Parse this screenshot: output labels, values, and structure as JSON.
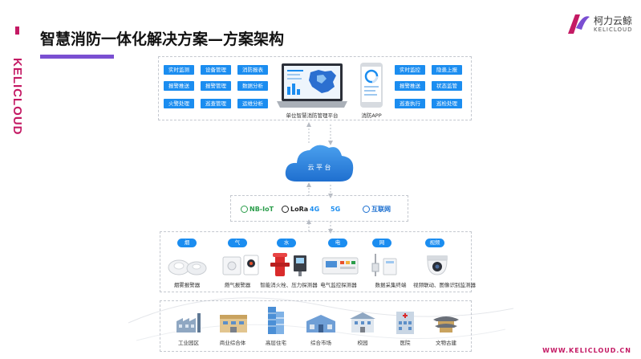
{
  "brand": {
    "side_text": "KELICLOUD",
    "logo_cn": "柯力云鲸",
    "logo_en": "KELICLOUD",
    "footer_url": "WWW.KELICLOUD.CN"
  },
  "title": "智慧消防一体化解决方案—方案架构",
  "app_layer": {
    "left_buttons": [
      [
        "实时监测",
        "设备管理",
        "消防报表"
      ],
      [
        "报警推送",
        "报警管理",
        "数据分析"
      ],
      [
        "火警处理",
        "巡查管理",
        "运维分析"
      ]
    ],
    "right_buttons": [
      [
        "实时监控",
        "隐患上报"
      ],
      [
        "报警推送",
        "状态监管"
      ],
      [
        "巡查执行",
        "巡检处理"
      ]
    ],
    "platform_label": "单位智慧消防管理平台",
    "app_label": "消防APP"
  },
  "cloud": {
    "label": "云 平 台"
  },
  "network": {
    "items": [
      {
        "label": "NB-IoT",
        "color": "#2a9d4a"
      },
      {
        "label": "LoRa",
        "color": "#222222"
      },
      {
        "label": "4G",
        "color": "#1b8df0"
      },
      {
        "label": "5G",
        "color": "#1b8df0"
      },
      {
        "label": "互联网",
        "color": "#1b6fd0"
      }
    ]
  },
  "devices": {
    "categories": [
      "烟",
      "气",
      "水",
      "电",
      "网",
      "视频"
    ],
    "labels": [
      "烟雾报警器",
      "燃气报警器",
      "智能消火栓、压力探测器",
      "电气监控探测器",
      "数据采集终端",
      "视频联动、图像识别监测器"
    ]
  },
  "scenes": {
    "labels": [
      "工业园区",
      "商业综合体",
      "高层住宅",
      "综合市场",
      "校园",
      "医院",
      "文物古建"
    ]
  },
  "colors": {
    "accent_blue": "#1b8df0",
    "brand_magenta": "#c41a64",
    "title_underline": "#7a4fd2",
    "cloud": "#2c7fd6"
  }
}
